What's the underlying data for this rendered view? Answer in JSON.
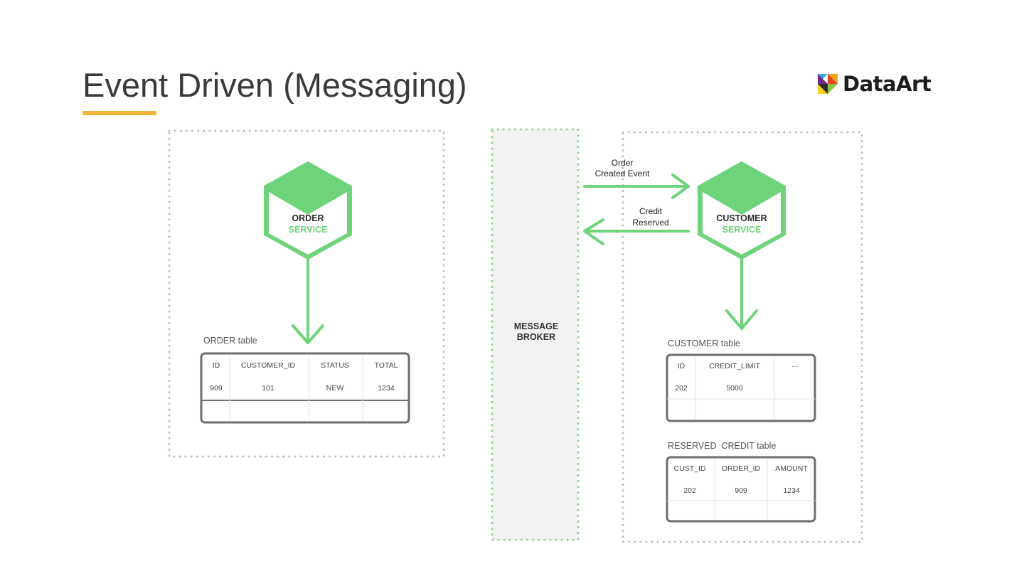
{
  "slide": {
    "title": "Event Driven (Messaging)"
  },
  "logo": {
    "text": "DataArt"
  },
  "colors": {
    "accent_underline": "#f0b43c",
    "service_green": "#6ed37a",
    "broker_border": "#8fd48f",
    "broker_fill": "#f2f2f2",
    "boundary_dots": "#bfbfbf",
    "table_border": "#6e6e6e"
  },
  "order_service": {
    "name": "ORDER",
    "suffix": "SERVICE"
  },
  "customer_service": {
    "name": "CUSTOMER",
    "suffix": "SERVICE"
  },
  "broker": {
    "line1": "MESSAGE",
    "line2": "BROKER"
  },
  "events": {
    "order_created": {
      "line1": "Order",
      "line2": "Created Event"
    },
    "credit_reserved": {
      "line1": "Credit",
      "line2": "Reserved"
    }
  },
  "order_table": {
    "title": "ORDER table",
    "columns": [
      "ID",
      "CUSTOMER_ID",
      "STATUS",
      "TOTAL"
    ],
    "rows": [
      [
        "909",
        "101",
        "NEW",
        "1234"
      ]
    ]
  },
  "customer_table": {
    "title": "CUSTOMER table",
    "columns": [
      "ID",
      "CREDIT_LIMIT",
      "..."
    ],
    "rows": [
      [
        "202",
        "5000",
        ""
      ]
    ]
  },
  "reserved_credit_table": {
    "title": "RESERVED  CREDIT table",
    "columns": [
      "CUST_ID",
      "ORDER_ID",
      "AMOUNT"
    ],
    "rows": [
      [
        "202",
        "909",
        "1234"
      ]
    ]
  }
}
